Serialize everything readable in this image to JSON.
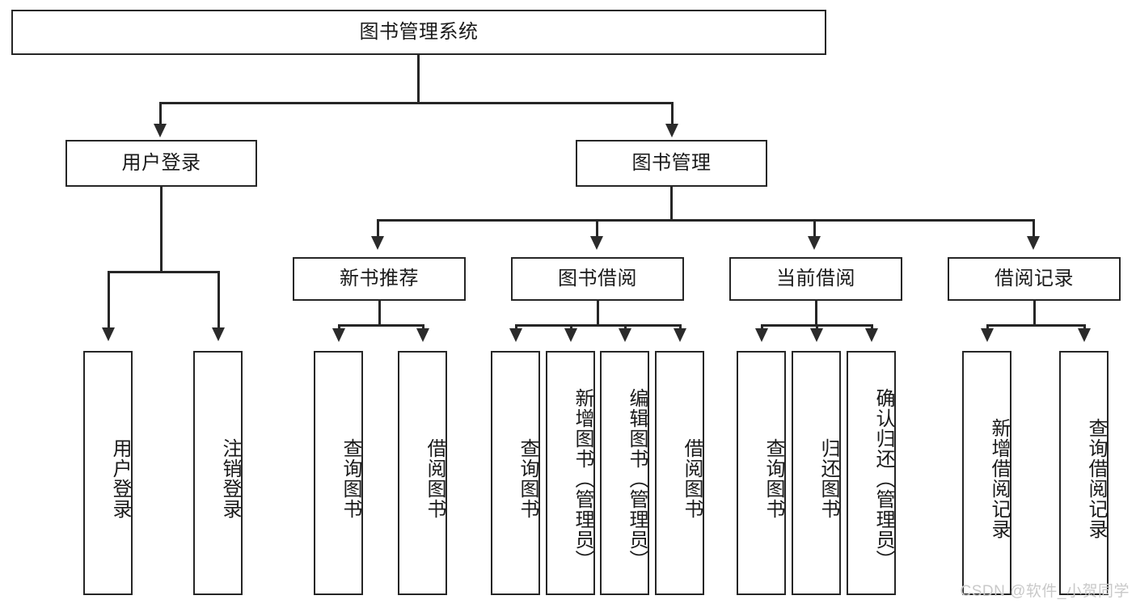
{
  "diagram": {
    "title": "图书管理系统",
    "type": "tree-hierarchy-diagram",
    "root": {
      "label": "图书管理系统",
      "id": "root"
    },
    "level2": [
      {
        "id": "user-login",
        "label": "用户登录"
      },
      {
        "id": "book-manage",
        "label": "图书管理"
      }
    ],
    "level3": [
      {
        "id": "new-book-recommend",
        "label": "新书推荐",
        "parent": "book-manage"
      },
      {
        "id": "book-borrow",
        "label": "图书借阅",
        "parent": "book-manage"
      },
      {
        "id": "current-borrow",
        "label": "当前借阅",
        "parent": "book-manage"
      },
      {
        "id": "borrow-record",
        "label": "借阅记录",
        "parent": "book-manage"
      }
    ],
    "leaves": {
      "user_login": [
        {
          "id": "leaf-user-login",
          "label": "用户登录"
        },
        {
          "id": "leaf-logout-login",
          "label": "注销登录"
        }
      ],
      "new_book_recommend": [
        {
          "id": "leaf-query-book-1",
          "label": "查询图书"
        },
        {
          "id": "leaf-borrow-book-1",
          "label": "借阅图书"
        }
      ],
      "book_borrow": [
        {
          "id": "leaf-query-book-2",
          "label": "查询图书"
        },
        {
          "id": "leaf-add-book",
          "label": "新增图书（管理员）"
        },
        {
          "id": "leaf-edit-book",
          "label": "编辑图书（管理员）"
        },
        {
          "id": "leaf-borrow-book-2",
          "label": "借阅图书"
        }
      ],
      "current_borrow": [
        {
          "id": "leaf-query-book-3",
          "label": "查询图书"
        },
        {
          "id": "leaf-return-book",
          "label": "归还图书"
        },
        {
          "id": "leaf-confirm-return",
          "label": "确认归还（管理员）"
        }
      ],
      "borrow_record": [
        {
          "id": "leaf-add-record",
          "label": "新增借阅记录"
        },
        {
          "id": "leaf-query-record",
          "label": "查询借阅记录"
        }
      ]
    },
    "colors": {
      "border": "#262626",
      "text": "#1a1a1a",
      "background": "#ffffff",
      "watermark": "#c9c9c9"
    }
  },
  "watermark": {
    "text": "CSDN @软件_小贺同学"
  }
}
